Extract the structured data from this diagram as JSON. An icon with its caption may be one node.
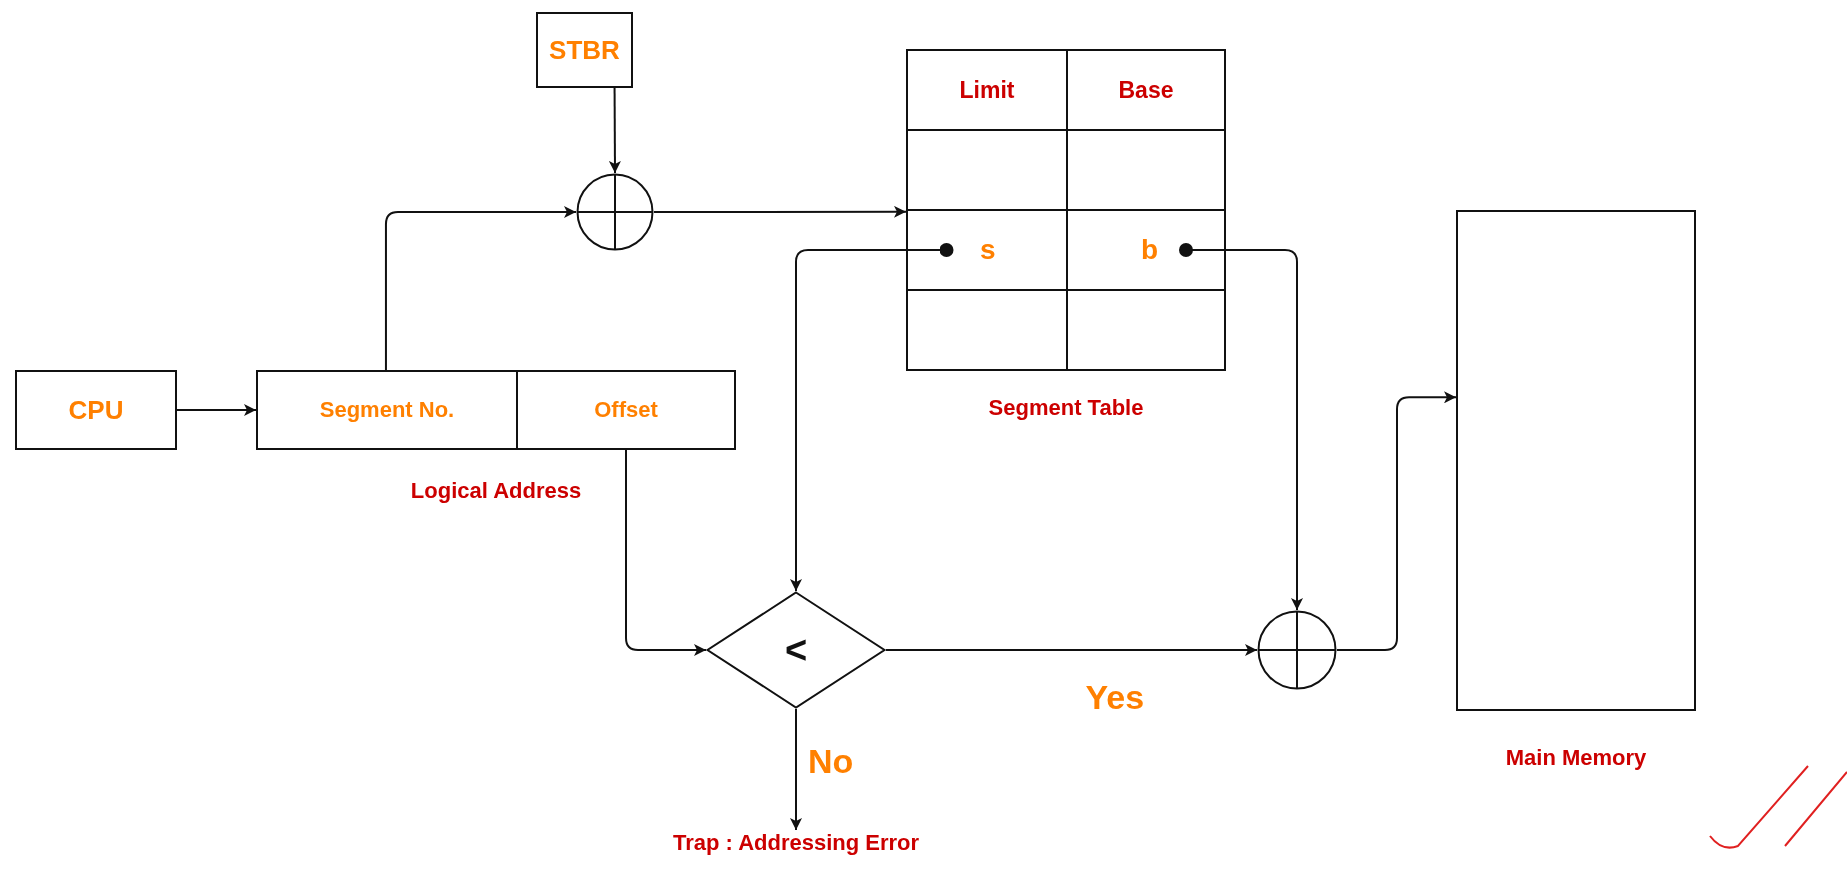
{
  "diagram": {
    "nodes": [
      {
        "text": [
          "STBR"
        ]
      },
      {
        "text": [
          "Segment Table"
        ]
      },
      {
        "text": [
          "Limit"
        ],
        "in": 1
      },
      {
        "text": [
          "Base"
        ],
        "in": 1
      },
      {
        "text": [],
        "shape": "box",
        "in": 1
      },
      {
        "text": [],
        "shape": "box",
        "in": 1
      },
      {
        "text": [
          "s"
        ],
        "in": 1
      },
      {
        "text": [
          "b"
        ],
        "in": 1
      },
      {
        "text": [],
        "shape": "box",
        "in": 1
      },
      {
        "text": [],
        "shape": "box",
        "in": 1
      },
      {
        "text": [],
        "shape": "circle"
      },
      {
        "text": [
          "Main Memory"
        ]
      },
      {
        "text": [
          "CPU"
        ]
      },
      {
        "text": [
          "Logical Address"
        ]
      },
      {
        "text": [
          "Segment No."
        ],
        "in": 13
      },
      {
        "text": [
          "Offset"
        ],
        "in": 13
      },
      {
        "text": [
          "<"
        ]
      },
      {
        "text": [],
        "shape": "circle"
      },
      {
        "text": [
          "Trap : Addressing Error"
        ]
      }
    ],
    "edges": [
      {
        "from": 0,
        "to": 10,
        "arrow": "to"
      },
      {
        "from": 14,
        "to": 10,
        "arrow": "to"
      },
      {
        "from": 10,
        "to": 1,
        "arrow": "to"
      },
      {
        "from": 6,
        "to": 16,
        "arrow": "to"
      },
      {
        "from": 7,
        "to": 17,
        "arrow": "to"
      },
      {
        "from": 12,
        "to": 14,
        "arrow": "to"
      },
      {
        "from": 15,
        "to": 16,
        "arrow": "to"
      },
      {
        "from": 16,
        "to": 17,
        "label": "Yes",
        "arrow": "to"
      },
      {
        "from": 16,
        "to": 18,
        "label": "No",
        "arrow": "to"
      },
      {
        "from": 17,
        "to": 11,
        "arrow": "to"
      }
    ]
  }
}
